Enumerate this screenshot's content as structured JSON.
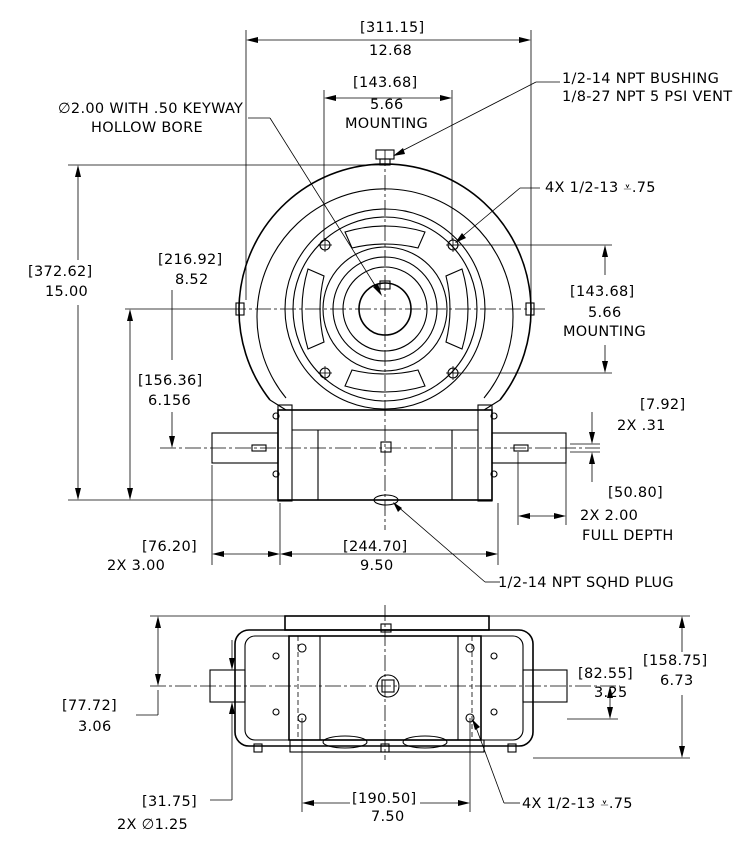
{
  "labels": {
    "overall_width_mm": "[311.15]",
    "overall_width_in": "12.68",
    "mounting_top_mm": "[143.68]",
    "mounting_top_in": "5.66",
    "mounting_top_word": "MOUNTING",
    "bore_line1": "∅2.00 WITH .50 KEYWAY",
    "bore_line2": "HOLLOW BORE",
    "bushing_line1": "1/2-14 NPT BUSHING",
    "bushing_line2": "1/8-27 NPT 5 PSI VENT",
    "tapped_holes_front": "4X 1/2-13 ⩡.75",
    "height_mm": "[372.62]",
    "height_in": "15.00",
    "center_height_mm": "[216.92]",
    "center_height_in": "8.52",
    "mounting_right_mm": "[143.68]",
    "mounting_right_in": "5.66",
    "mounting_right_word": "MOUNTING",
    "shaft_center_mm": "[156.36]",
    "shaft_center_in": "6.156",
    "key_mm": "[7.92]",
    "key_in": "2X  .31",
    "key_depth_mm": "[50.80]",
    "key_depth_in": "2X   2.00",
    "full_depth": "FULL DEPTH",
    "shaft_ext_mm": "[76.20]",
    "shaft_ext_in": "2X   3.00",
    "between_mm": "[244.70]",
    "between_in": "9.50",
    "plug": "1/2-14 NPT SQHD PLUG",
    "side_height_mm": "[158.75]",
    "side_height_in": "6.73",
    "side_center_mm": "[82.55]",
    "side_center_in": "3.25",
    "base_to_shaft_mm": "[77.72]",
    "base_to_shaft_in": "3.06",
    "base_width_mm": "[190.50]",
    "base_width_in": "7.50",
    "shaft_dia_mm": "[31.75]",
    "shaft_dia_in": "2X  ∅1.25",
    "tapped_holes_bottom": "4X 1/2-13 ⩡.75"
  }
}
